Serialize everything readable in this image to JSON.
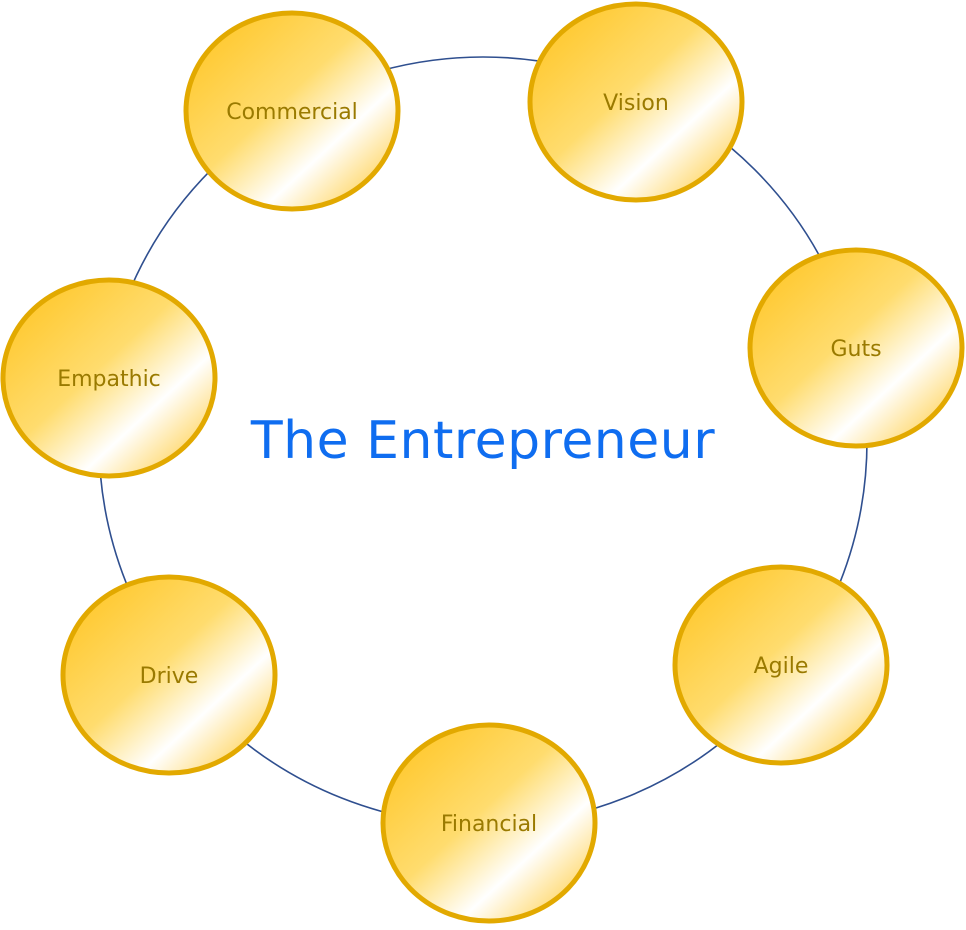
{
  "title": "The Entrepreneur",
  "colors": {
    "title": "#0f6df0",
    "ring": "#2f4f8f",
    "node_border": "#e2a900",
    "node_fill_dark": "#ffc524",
    "node_fill_light": "#ffffff",
    "label": "#9a7a00"
  },
  "traits": [
    {
      "id": "commercial",
      "label": "Commercial"
    },
    {
      "id": "vision",
      "label": "Vision"
    },
    {
      "id": "guts",
      "label": "Guts"
    },
    {
      "id": "agile",
      "label": "Agile"
    },
    {
      "id": "financial",
      "label": "Financial"
    },
    {
      "id": "drive",
      "label": "Drive"
    },
    {
      "id": "empathic",
      "label": "Empathic"
    }
  ]
}
